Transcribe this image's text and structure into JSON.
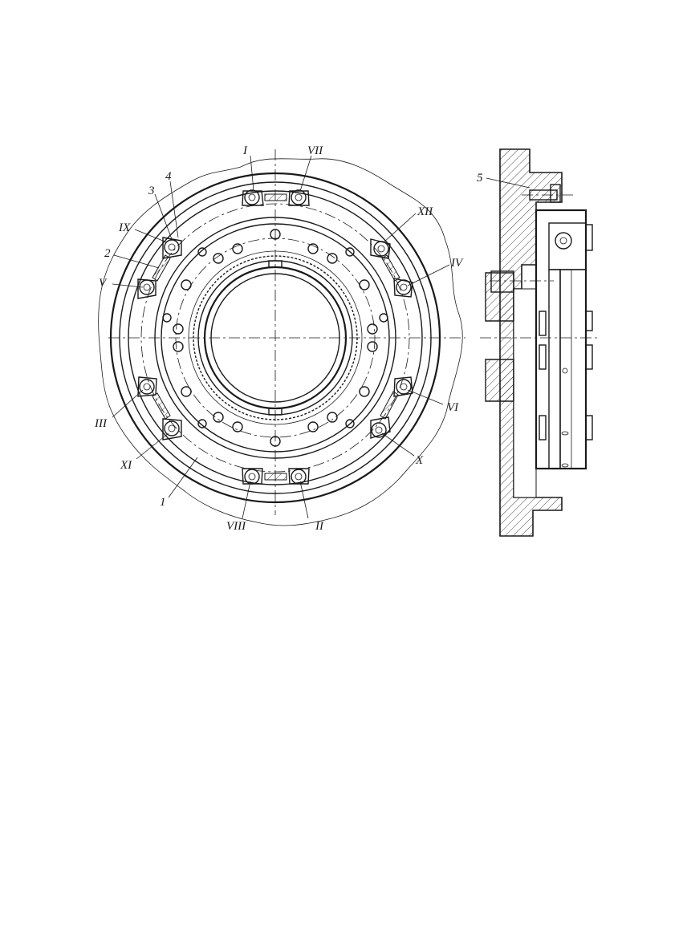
{
  "figure": {
    "front_view_labels": {
      "p1": "1",
      "p2": "2",
      "p3": "3",
      "p4": "4",
      "I": "I",
      "II": "II",
      "III": "III",
      "IV": "IV",
      "V": "V",
      "VI": "VI",
      "VII": "VII",
      "VIII": "VIII",
      "IX": "IX",
      "X": "X",
      "XI": "XI",
      "XII": "XII"
    },
    "section_view_labels": {
      "p5": "5"
    }
  },
  "colors": {
    "ink": "#1a1a1a",
    "paper": "#ffffff"
  }
}
